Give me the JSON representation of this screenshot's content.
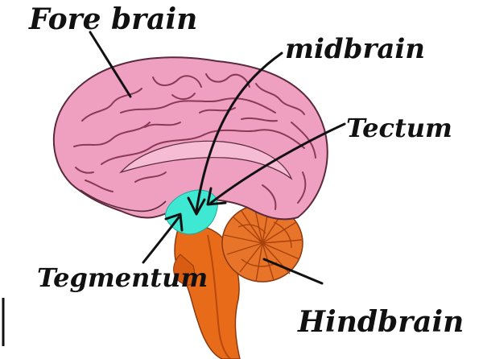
{
  "labels": {
    "forebrain": "Fore brain",
    "midbrain": "midbrain",
    "tectum": "Tectum",
    "tegmentum": "Tegmentum",
    "hindbrain": "Hindbrain"
  },
  "colors": {
    "cerebrum_fill": "#ef9fc0",
    "cerebrum_shadow": "#d87aa0",
    "cerebrum_outline": "#5a2a3a",
    "midbrain_fill": "#3fe8d2",
    "brainstem_fill": "#e86b1a",
    "brainstem_shadow": "#b8480c",
    "cerebellum_fill": "#e8742a",
    "cerebellum_line": "#a8420c",
    "ink": "#111111"
  }
}
